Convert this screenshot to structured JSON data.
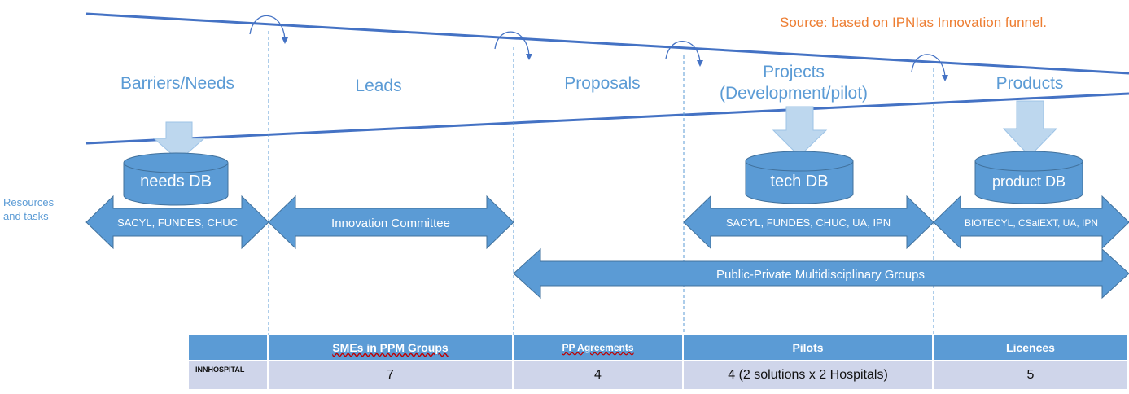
{
  "source_note": "Source: based on IPNIas Innovation funnel.",
  "stages": [
    {
      "id": "barriers",
      "label": "Barriers/Needs"
    },
    {
      "id": "leads",
      "label": "Leads"
    },
    {
      "id": "proposals",
      "label": "Proposals"
    },
    {
      "id": "projects",
      "label": "Projects\n(Development/pilot)"
    },
    {
      "id": "products",
      "label": "Products"
    }
  ],
  "databases": [
    "needs DB",
    "tech DB",
    "product DB"
  ],
  "resources_label": "Resources\nand tasks",
  "arrows": {
    "barriers": "SACYL, FUNDES, CHUC",
    "leads": "Innovation Committee",
    "projects": "SACYL, FUNDES, CHUC, UA, IPN",
    "products": "BIOTECYL, CSalEXT, UA, IPN",
    "groups": "Public-Private Multidisciplinary Groups"
  },
  "table": {
    "headers": [
      "",
      "SMEs in PPM Groups",
      "PP Agreements",
      "Pilots",
      "Licences"
    ],
    "row_label": "INNHOSPITAL",
    "values": [
      "7",
      "4",
      "4 (2 solutions x 2 Hospitals)",
      "5"
    ]
  },
  "colors": {
    "funnel_line": "#4472c4",
    "stage_text": "#5b9bd5",
    "arrow_fill": "#5b9bd5",
    "arrow_stroke": "#41719c",
    "db_fill": "#5b9bd5",
    "down_arrow_fill": "#bdd7ee",
    "source_text": "#ed7d31",
    "table_header": "#5b9bd5",
    "table_row": "#cfd5ea"
  }
}
